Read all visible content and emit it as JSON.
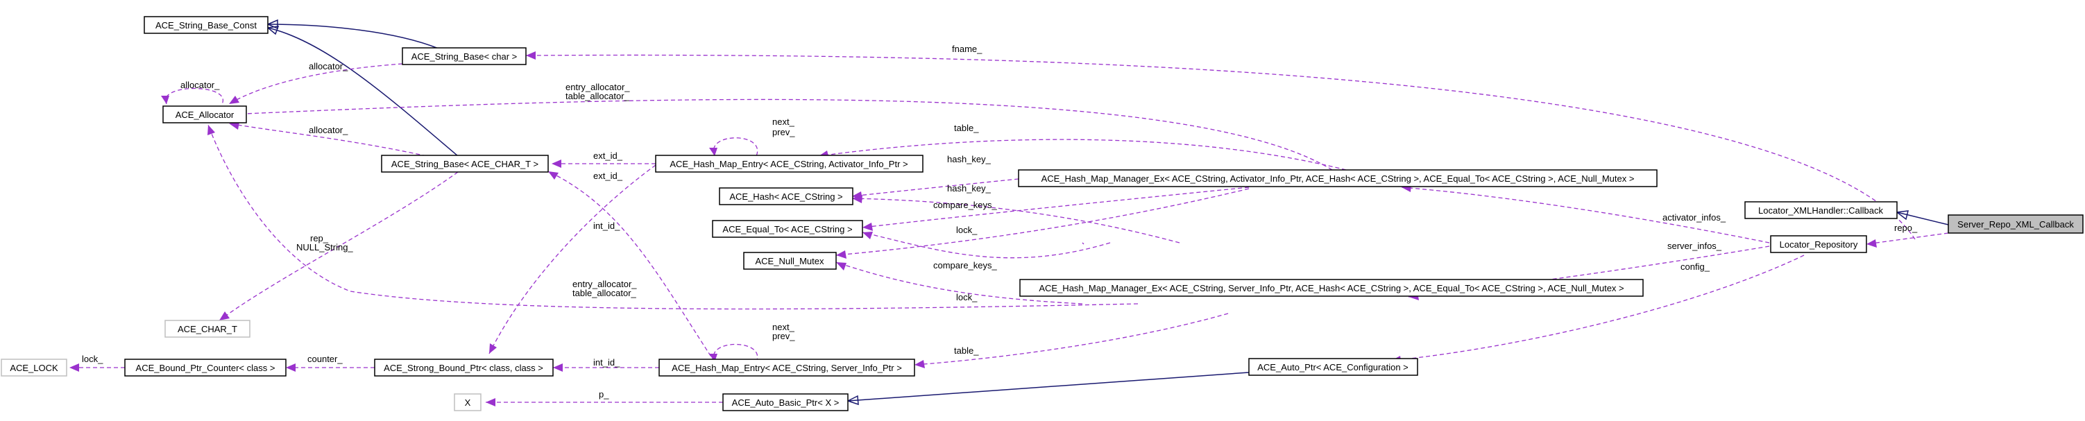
{
  "nodes": {
    "string_base_const": "ACE_String_Base_Const",
    "string_base_char": "ACE_String_Base< char >",
    "allocator": "ACE_Allocator",
    "string_base_char_t": "ACE_String_Base< ACE_CHAR_T >",
    "char_t": "ACE_CHAR_T",
    "ace_lock": "ACE_LOCK",
    "bound_ptr_counter": "ACE_Bound_Ptr_Counter< class >",
    "strong_bound_ptr": "ACE_Strong_Bound_Ptr< class, class >",
    "x": "X",
    "auto_basic_ptr": "ACE_Auto_Basic_Ptr< X >",
    "hme_activator": "ACE_Hash_Map_Entry< ACE_CString, Activator_Info_Ptr >",
    "hash_cstring": "ACE_Hash< ACE_CString >",
    "equal_to_cstring": "ACE_Equal_To< ACE_CString >",
    "null_mutex": "ACE_Null_Mutex",
    "hme_server": "ACE_Hash_Map_Entry< ACE_CString, Server_Info_Ptr >",
    "hmm_activator": "ACE_Hash_Map_Manager_Ex< ACE_CString, Activator_Info_Ptr, ACE_Hash< ACE_CString >, ACE_Equal_To< ACE_CString >, ACE_Null_Mutex >",
    "hmm_server": "ACE_Hash_Map_Manager_Ex< ACE_CString, Server_Info_Ptr, ACE_Hash< ACE_CString >, ACE_Equal_To< ACE_CString >, ACE_Null_Mutex >",
    "auto_ptr_config": "ACE_Auto_Ptr< ACE_Configuration >",
    "xml_callback": "Locator_XMLHandler::Callback",
    "locator_repository": "Locator_Repository",
    "server_repo_callback": "Server_Repo_XML_Callback"
  },
  "labels": {
    "allocator_self": "allocator_",
    "allocator_from_char": "allocator_",
    "allocator_from_char_t": "allocator_",
    "entry_allocator_1": "entry_allocator_",
    "table_allocator_1": "table_allocator_",
    "fname": "fname_",
    "next_1": "next_",
    "prev_1": "prev_",
    "table_1": "table_",
    "ext_id_1": "ext_id_",
    "ext_id_2": "ext_id_",
    "hash_key_1": "hash_key_",
    "hash_key_2": "hash_key_",
    "compare_keys_1": "compare_keys_",
    "compare_keys_2": "compare_keys_",
    "lock_1": "lock_",
    "lock_2": "lock_",
    "int_id_1": "int_id_",
    "int_id_2": "int_id_",
    "rep": "rep_",
    "null_string": "NULL_String_",
    "entry_allocator_2": "entry_allocator_",
    "table_allocator_2": "table_allocator_",
    "next_2": "next_",
    "prev_2": "prev_",
    "table_2": "table_",
    "lock_counter": "lock_",
    "counter": "counter_",
    "p": "p_",
    "activator_infos": "activator_infos_",
    "server_infos": "server_infos_",
    "config": "config_",
    "repo": "repo_"
  }
}
